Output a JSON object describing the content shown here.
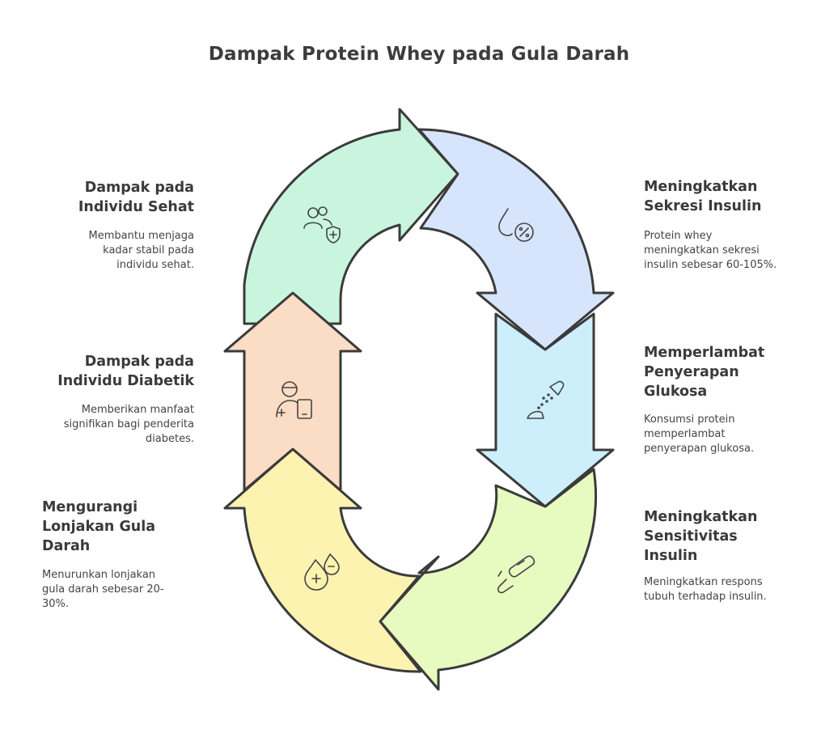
{
  "title": "Dampak Protein Whey pada Gula Darah",
  "colors": {
    "green": "#c9f5df",
    "blue": "#d6e5fb",
    "cyan": "#cdeffb",
    "lime": "#e7fbc0",
    "yellow": "#fdf3b1",
    "peach": "#fbdcc4",
    "stroke": "#3b3b3b"
  },
  "segments": [
    {
      "id": "individu-sehat",
      "label_lines": [
        "Dampak pada",
        "Individu Sehat"
      ],
      "desc_lines": [
        "Membantu menjaga",
        "kadar stabil pada",
        "individu sehat."
      ],
      "icon": "people-shield-icon"
    },
    {
      "id": "sekresi-insulin",
      "label_lines": [
        "Meningkatkan",
        "Sekresi Insulin"
      ],
      "desc_lines": [
        "Protein whey",
        "meningkatkan sekresi",
        "insulin sebesar 60-105%."
      ],
      "icon": "drop-percent-icon"
    },
    {
      "id": "penyerapan-glukosa",
      "label_lines": [
        "Memperlambat",
        "Penyerapan",
        "Glukosa"
      ],
      "desc_lines": [
        "Konsumsi protein",
        "memperlambat",
        "penyerapan glukosa."
      ],
      "icon": "salt-shaker-icon"
    },
    {
      "id": "sensitivitas-insulin",
      "label_lines": [
        "Meningkatkan",
        "Sensitivitas",
        "Insulin"
      ],
      "desc_lines": [
        "Meningkatkan respons",
        "tubuh terhadap insulin."
      ],
      "icon": "glucose-meter-icon"
    },
    {
      "id": "lonjakan-gula",
      "label_lines": [
        "Mengurangi",
        "Lonjakan Gula",
        "Darah"
      ],
      "desc_lines": [
        "Menurunkan lonjakan",
        "gula darah sebesar 20-",
        "30%."
      ],
      "icon": "drops-plus-minus-icon"
    },
    {
      "id": "individu-diabetik",
      "label_lines": [
        "Dampak pada",
        "Individu Diabetik"
      ],
      "desc_lines": [
        "Memberikan manfaat",
        "signifikan bagi penderita",
        "diabetes."
      ],
      "icon": "patient-device-icon"
    }
  ]
}
